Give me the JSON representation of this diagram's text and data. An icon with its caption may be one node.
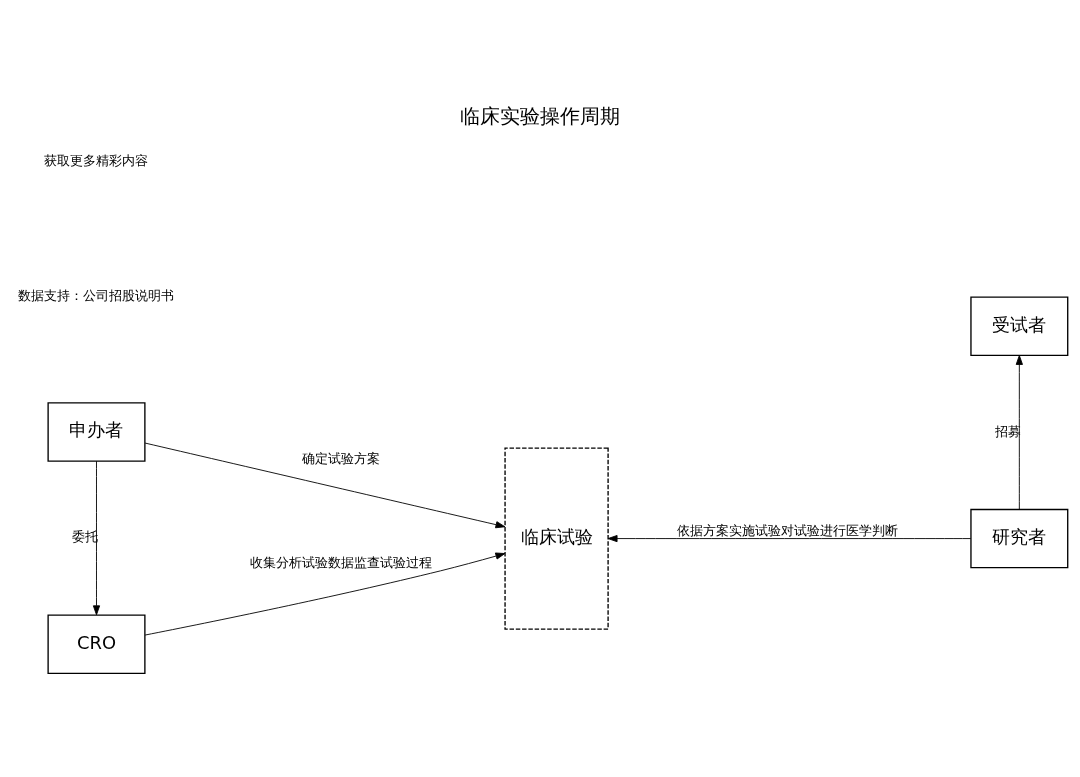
{
  "diagram": {
    "title": "临床实验操作周期",
    "nodes": [
      {
        "text": [
          "申办者"
        ]
      },
      {
        "text": [
          "CRO"
        ]
      },
      {
        "text": [
          "临床试验"
        ]
      },
      {
        "text": [
          "受试者"
        ]
      },
      {
        "text": [
          "研究者"
        ]
      }
    ],
    "edges": [
      {
        "from": 0,
        "to": 2,
        "arrow": "to",
        "label": "确定试验方案"
      },
      {
        "from": 0,
        "to": 1,
        "arrow": "to",
        "label": "委托"
      },
      {
        "from": 1,
        "to": 2,
        "arrow": "to",
        "label": "收集分析试验数据监查试验过程"
      },
      {
        "from": 4,
        "to": 2,
        "arrow": "to",
        "label": "依据方案实施试验对试验进行医学判断"
      },
      {
        "from": 4,
        "to": 3,
        "arrow": "to",
        "label": "招募"
      }
    ],
    "labels": [
      "数据支持：公司招股说明书",
      "获取更多精彩内容"
    ]
  }
}
